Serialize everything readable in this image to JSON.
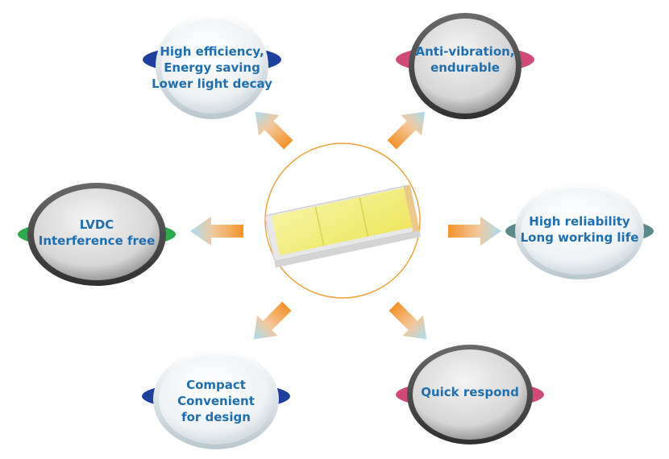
{
  "colors": {
    "text": "#1f6fb0",
    "arrow_orange": "#f3932a",
    "arrow_blue": "#a9dcf0",
    "center_ring": "#f0a23c",
    "chip_yellow": "#f1ee6a",
    "tab_blue": "#1f3f9f",
    "tab_pink": "#d04a7a",
    "tab_green": "#2eaa4e",
    "tab_teal": "#5a8a8a"
  },
  "center_icon": "led-chip-icon",
  "features": {
    "top_left": {
      "lines": [
        "High efficiency,",
        "Energy saving",
        "Lower light decay"
      ]
    },
    "top_right": {
      "lines": [
        "Anti-vibration,",
        "endurable"
      ]
    },
    "mid_left": {
      "lines": [
        "LVDC",
        "Interference free"
      ]
    },
    "mid_right": {
      "lines": [
        "High reliability",
        "Long working life"
      ]
    },
    "bottom_left": {
      "lines": [
        "Compact",
        "Convenient",
        "for design"
      ]
    },
    "bottom_right": {
      "lines": [
        "Quick respond"
      ]
    }
  }
}
